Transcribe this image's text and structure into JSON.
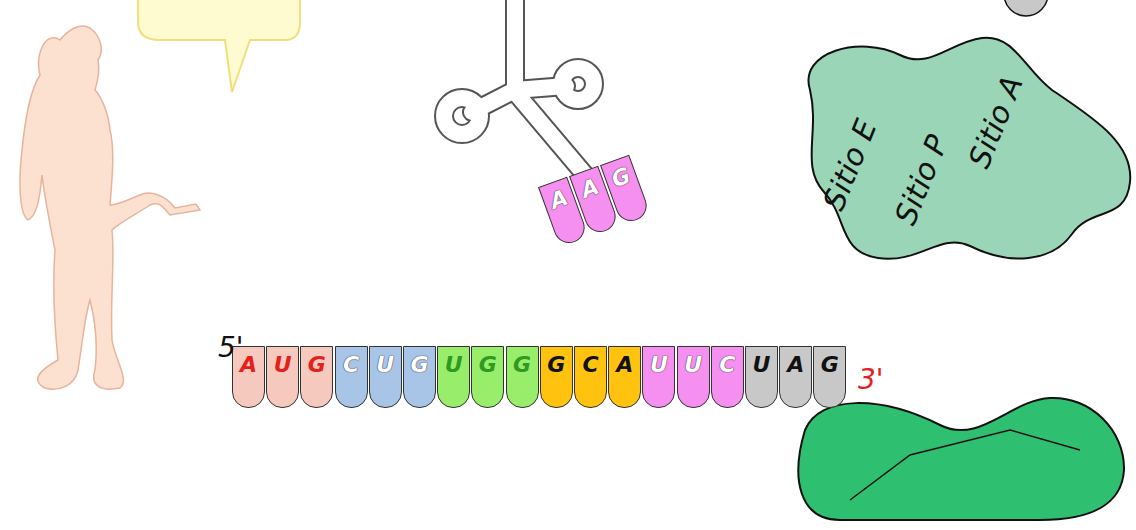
{
  "diagram": {
    "nodes": [
      {
        "text": [
          "Sitio E",
          "Sitio P",
          "Sitio A"
        ]
      },
      {
        "text": [
          "A"
        ]
      },
      {
        "text": [
          "A"
        ]
      },
      {
        "text": [
          "G"
        ]
      },
      {
        "text": [
          "A"
        ]
      },
      {
        "text": [
          "U"
        ]
      },
      {
        "text": [
          "G"
        ]
      },
      {
        "text": [
          "C"
        ]
      },
      {
        "text": [
          "U"
        ]
      },
      {
        "text": [
          "G"
        ]
      },
      {
        "text": [
          "U"
        ]
      },
      {
        "text": [
          "G"
        ]
      },
      {
        "text": [
          "G"
        ]
      },
      {
        "text": [
          "G"
        ]
      },
      {
        "text": [
          "C"
        ]
      },
      {
        "text": [
          "A"
        ]
      },
      {
        "text": [
          "U"
        ]
      },
      {
        "text": [
          "U"
        ]
      },
      {
        "text": [
          "C"
        ]
      },
      {
        "text": [
          "U"
        ]
      },
      {
        "text": [
          "A"
        ]
      },
      {
        "text": [
          "G"
        ]
      }
    ],
    "labels": [
      "5'",
      "3'"
    ]
  }
}
